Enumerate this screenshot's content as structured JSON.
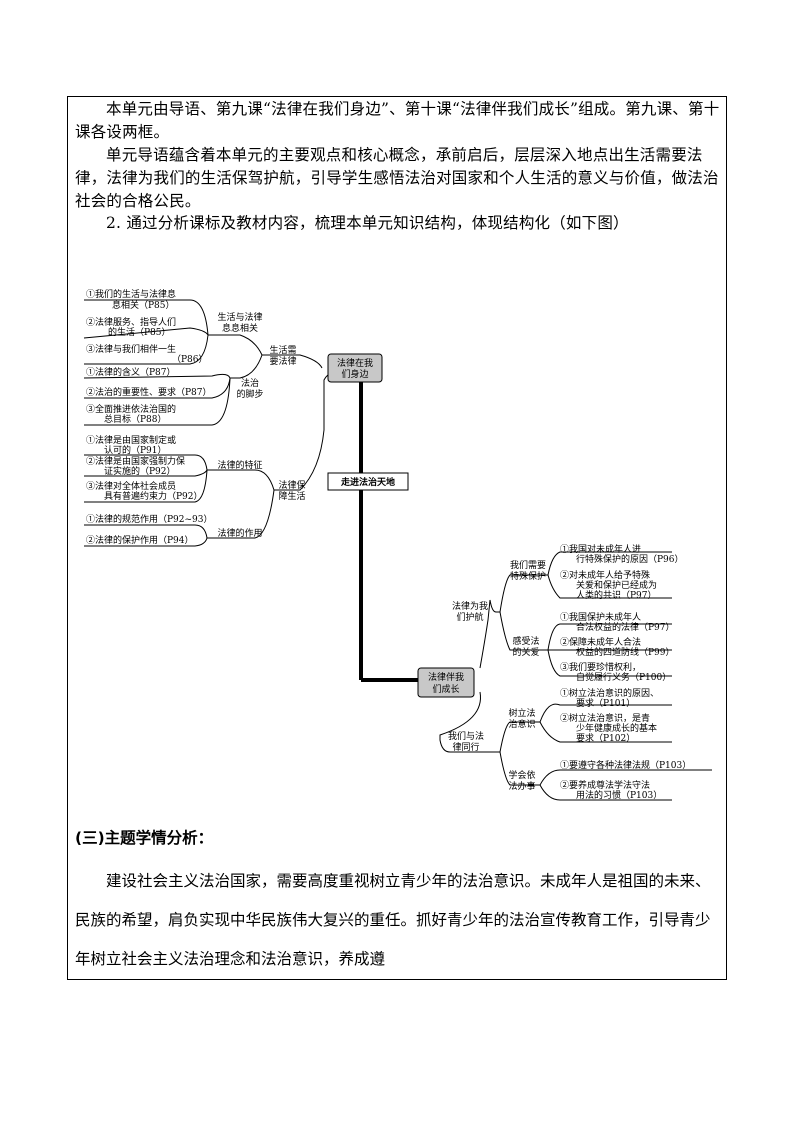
{
  "paragraphs": {
    "p1": "本单元由导语、第九课“法律在我们身边”、第十课“法律伴我们成长”组成。第九课、第十课各设两框。",
    "p2": "单元导语蕴含着本单元的主要观点和核心概念，承前启后，层层深入地点出生活需要法律，法律为我们的生活保驾护航，引导学生感悟法治对国家和个人生活的意义与价值，做法治社会的合格公民。",
    "p3": "2. 通过分析课标及教材内容，梳理本单元知识结构，体现结构化（如下图）"
  },
  "mindmap": {
    "root": "走进法治天地",
    "lesson9": {
      "title": [
        "法律在我",
        "们身边"
      ]
    },
    "lesson10": {
      "title": [
        "法律伴我",
        "们成长"
      ]
    },
    "l9_branch1": [
      "生活需",
      "要法律"
    ],
    "l9_branch2": [
      "法律保",
      "障生活"
    ],
    "l9_sub1": [
      "生活与法律",
      "息息相关"
    ],
    "l9_sub2": [
      "法治",
      "的脚步"
    ],
    "l9_sub3": "法律的特征",
    "l9_sub4": "法律的作用",
    "l9_leaves": {
      "a1": [
        "①我们的生活与法律息",
        "息相关（P85）"
      ],
      "a2": [
        "②法律服务、指导人们",
        "的生活（P85）"
      ],
      "a3": [
        "③法律与我们相伴一生",
        "（P86）"
      ],
      "b1": "①法律的含义（P87）",
      "b2": "②法治的重要性、要求（P87）",
      "b3": [
        "③全面推进依法治国的",
        "总目标（P88）"
      ],
      "c1": [
        "①法律是由国家制定或",
        "认可的（P91）"
      ],
      "c2": [
        "②法律是由国家强制力保",
        "证实施的（P92）"
      ],
      "c3": [
        "③法律对全体社会成员",
        "具有普遍约束力（P92）"
      ],
      "d1": "①法律的规范作用（P92~93）",
      "d2": "②法律的保护作用（P94）"
    },
    "l10_branch1": [
      "法律为我",
      "们护航"
    ],
    "l10_branch2": [
      "我们与法",
      "律同行"
    ],
    "l10_sub1": [
      "我们需要",
      "特殊保护"
    ],
    "l10_sub2": [
      "感受法",
      "的关爱"
    ],
    "l10_sub3": [
      "树立法",
      "治意识"
    ],
    "l10_sub4": [
      "学会依",
      "法办事"
    ],
    "l10_leaves": {
      "e1": [
        "①我国对未成年人进",
        "行特殊保护的原因（P96）"
      ],
      "e2": [
        "②对未成年人给予特殊",
        "关爱和保护已经成为",
        "人类的共识（P97）"
      ],
      "f1": [
        "①我国保护未成年人",
        "合法权益的法律（P97）"
      ],
      "f2": [
        "②保障未成年人合法",
        "权益的四道防线（P99）"
      ],
      "f3": [
        "③我们要珍惜权利，",
        "自觉履行义务（P100）"
      ],
      "g1": [
        "①树立法治意识的原因、",
        "要求（P101）"
      ],
      "g2": [
        "②树立法治意识，是青",
        "少年健康成长的基本",
        "要求（P102）"
      ],
      "h1": "①要遵守各种法律法规（P103）",
      "h2": [
        "②要养成尊法学法守法",
        "用法的习惯（P103）"
      ]
    }
  },
  "section3": {
    "heading": "(三)主题学情分析：",
    "text": "建设社会主义法治国家，需要高度重视树立青少年的法治意识。未成年人是祖国的未来、民族的希望，肩负实现中华民族伟大复兴的重任。抓好青少年的法治宣传教育工作，引导青少年树立社会主义法治理念和法治意识，养成遵"
  }
}
